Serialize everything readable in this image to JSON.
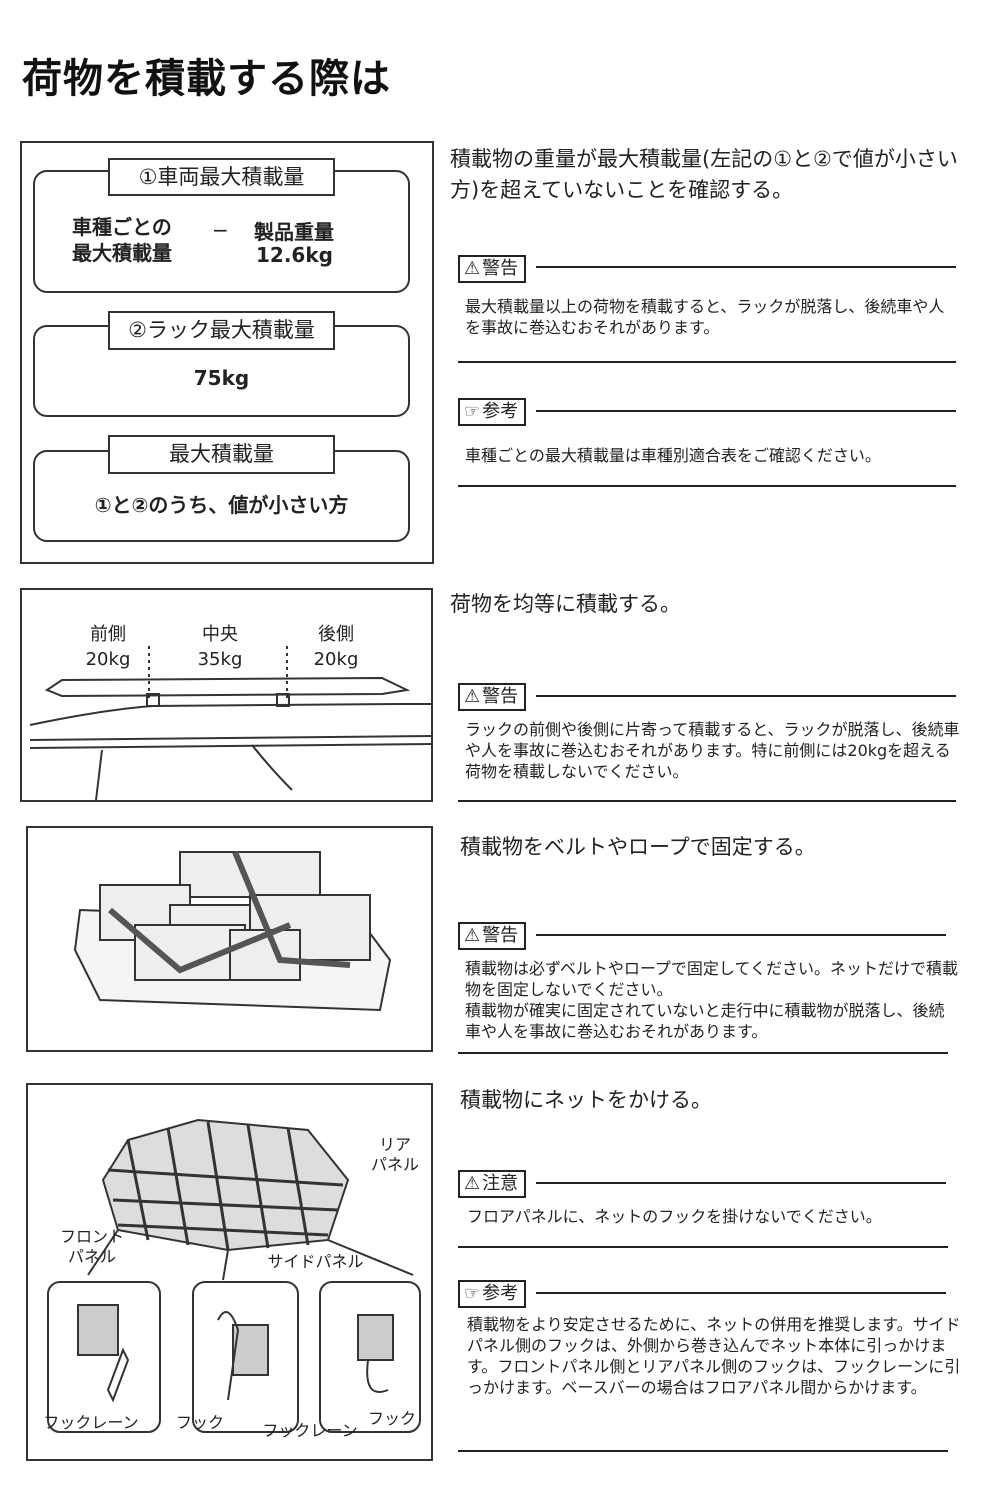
{
  "title": "荷物を積載する際は",
  "section1": {
    "box1_label": "①車両最大積載量",
    "box1_left": "車種ごとの\n最大積載量",
    "box1_op": "−",
    "box1_right_label": "製品重量",
    "box1_right_value": "12.6kg",
    "box2_label": "②ラック最大積載量",
    "box2_value": "75kg",
    "box3_label": "最大積載量",
    "box3_value": "①と②のうち、値が小さい方",
    "lead": "積載物の重量が最大積載量(左記の①と②で値が小さい方)を超えていないことを確認する。",
    "warning_label": "警告",
    "warning_text": "最大積載量以上の荷物を積載すると、ラックが脱落し、後続車や人を事故に巻込むおそれがあります。",
    "reference_label": "参考",
    "reference_text": "車種ごとの最大積載量は車種別適合表をご確認ください。"
  },
  "section2": {
    "zones": [
      {
        "name": "前側",
        "weight": "20kg"
      },
      {
        "name": "中央",
        "weight": "35kg"
      },
      {
        "name": "後側",
        "weight": "20kg"
      }
    ],
    "lead": "荷物を均等に積載する。",
    "warning_label": "警告",
    "warning_text": "ラックの前側や後側に片寄って積載すると、ラックが脱落し、後続車や人を事故に巻込むおそれがあります。特に前側には20kgを超える荷物を積載しないでください。"
  },
  "section3": {
    "lead": "積載物をベルトやロープで固定する。",
    "warning_label": "警告",
    "warning_text": "積載物は必ずベルトやロープで固定してください。ネットだけで積載物を固定しないでください。\n積載物が確実に固定されていないと走行中に積載物が脱落し、後続車や人を事故に巻込むおそれがあります。"
  },
  "section4": {
    "labels": {
      "rear_panel": "リア\nパネル",
      "front_panel": "フロント\nパネル",
      "side_panel": "サイドパネル",
      "hook_lane_1": "フックレーン",
      "hook_1": "フック",
      "hook_lane_2": "フックレーン",
      "hook_2": "フック"
    },
    "lead": "積載物にネットをかける。",
    "caution_label": "注意",
    "caution_text": "フロアパネルに、ネットのフックを掛けないでください。",
    "reference_label": "参考",
    "reference_text": "積載物をより安定させるために、ネットの併用を推奨します。サイドパネル側のフックは、外側から巻き込んでネット本体に引っかけます。フロントパネル側とリアパネル側のフックは、フックレーンに引っかけます。ベースバーの場合はフロアパネル間からかけます。"
  }
}
